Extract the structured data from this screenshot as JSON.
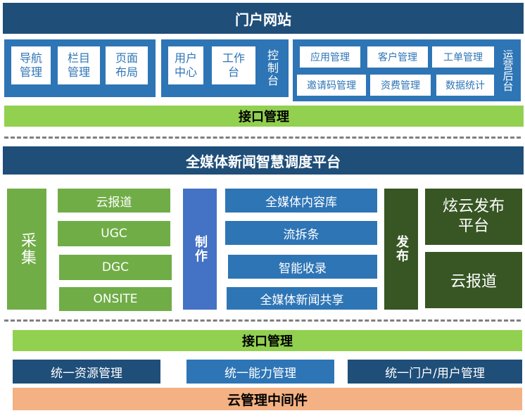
{
  "portal": {
    "title": "门户网站",
    "nav_items": [
      "导航管理",
      "栏目管理",
      "页面布局"
    ],
    "console": {
      "items": [
        "用户中心",
        "工作台"
      ],
      "label": "控制台"
    },
    "ops": {
      "items": [
        "应用管理",
        "客户管理",
        "工单管理",
        "邀请码管理",
        "资费管理",
        "数据统计"
      ],
      "label": "运营后台"
    }
  },
  "interface_top": "接口管理",
  "platform_title": "全媒体新闻智慧调度平台",
  "collect": {
    "label": "采集",
    "items": [
      "云报道",
      "UGC",
      "DGC",
      "ONSITE"
    ]
  },
  "produce": {
    "label": "制作",
    "items": [
      "全媒体内容库",
      "流拆条",
      "智能收录",
      "全媒体新闻共享"
    ]
  },
  "publish": {
    "label": "发布",
    "items": [
      "炫云发布平台",
      "云报道"
    ]
  },
  "interface_bottom": "接口管理",
  "management": [
    "统一资源管理",
    "统一能力管理",
    "统一门户/用户管理"
  ],
  "middleware": "云管理中间件"
}
